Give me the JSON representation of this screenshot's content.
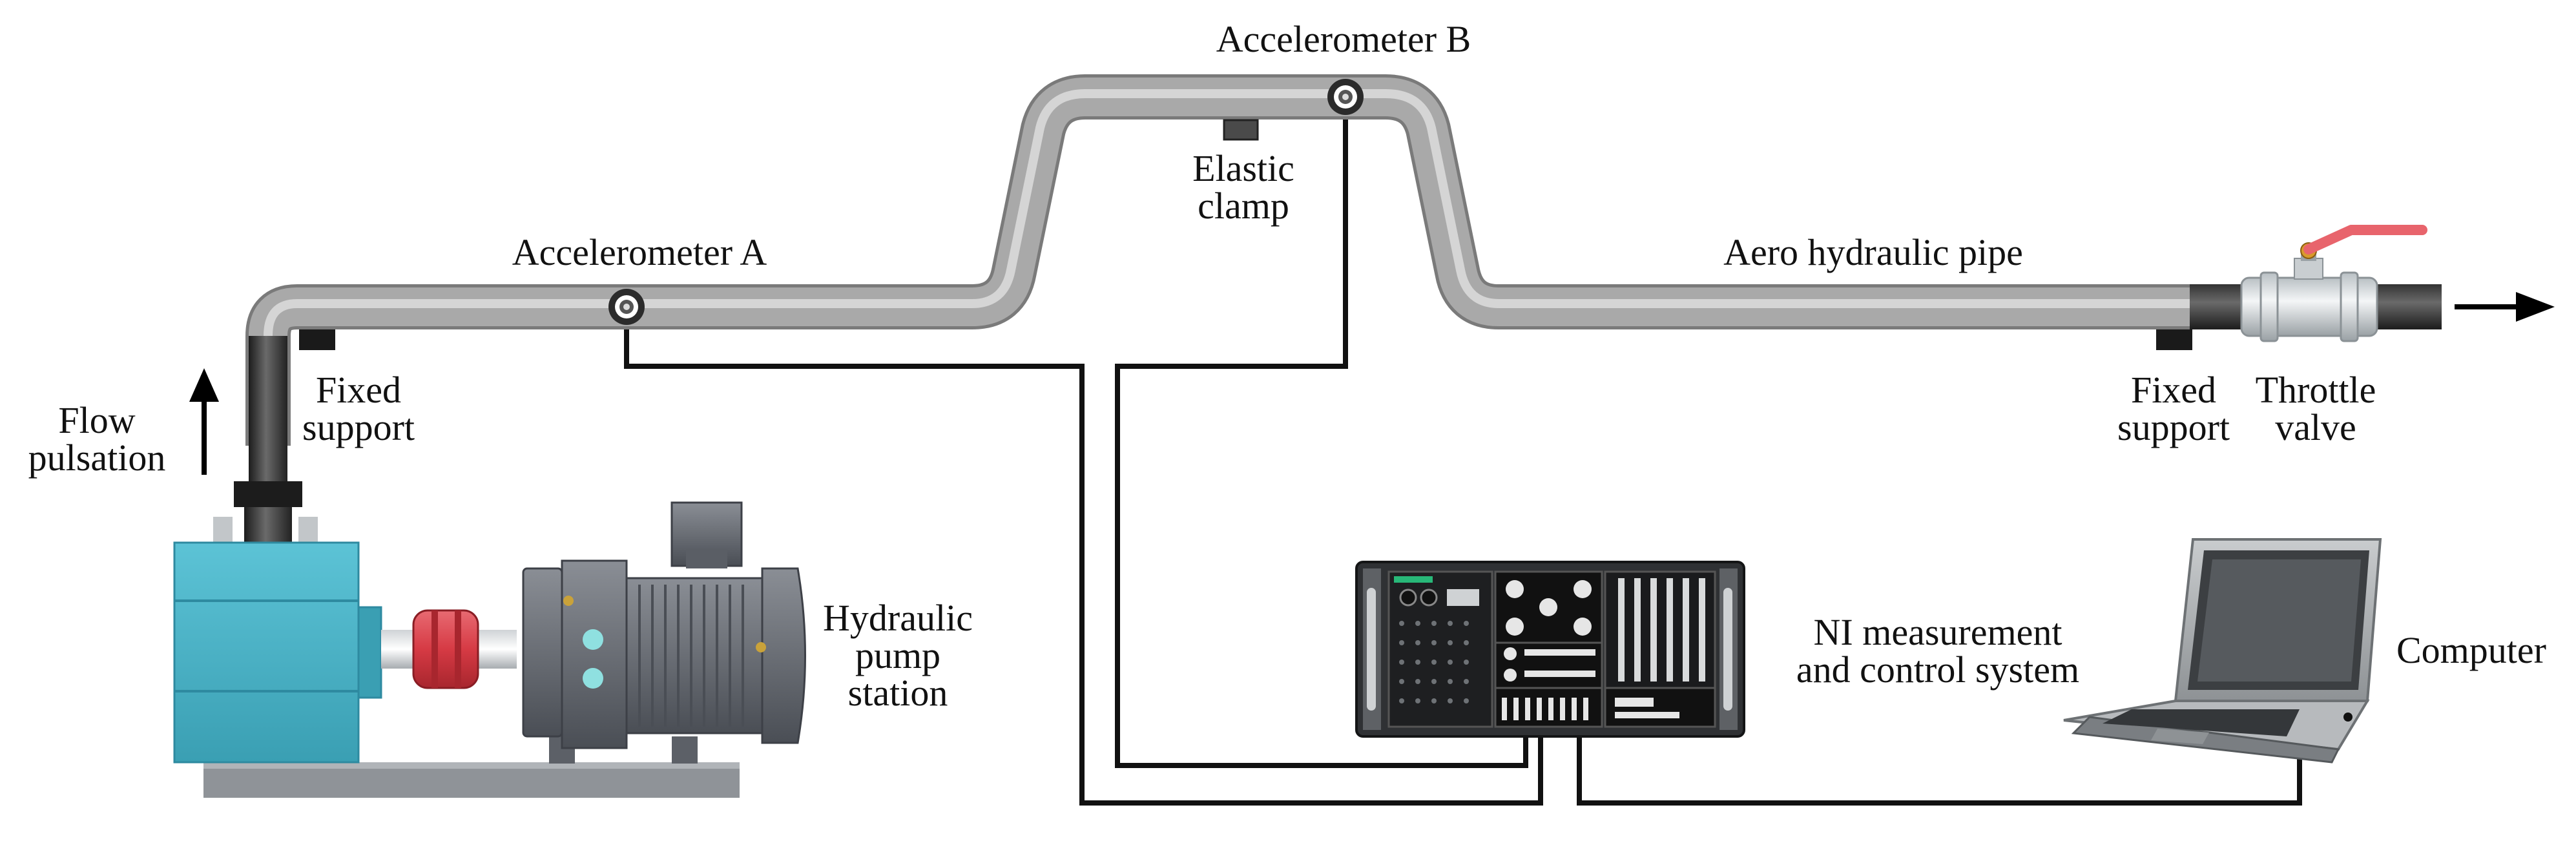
{
  "labels": {
    "accelerometer_a": "Accelerometer A",
    "accelerometer_b": "Accelerometer B",
    "elastic_clamp": [
      "Elastic",
      "clamp"
    ],
    "aero_hydraulic_pipe": "Aero hydraulic pipe",
    "fixed_support_left": [
      "Fixed",
      "support"
    ],
    "fixed_support_right": [
      "Fixed",
      "support"
    ],
    "throttle_valve": [
      "Throttle",
      "valve"
    ],
    "flow_pulsation": [
      "Flow",
      "pulsation"
    ],
    "hydraulic_pump_station": [
      "Hydraulic",
      "pump",
      "station"
    ],
    "ni_system": [
      "NI measurement",
      "and control system"
    ],
    "computer": "Computer"
  },
  "colors": {
    "pipe": "#a9a9a9",
    "pipe_highlight": "#d9d9d9",
    "pump_body": "#4bb0c4",
    "coupling": "#d63a44",
    "motor": "#6c7077",
    "valve_handle": "#e8646c",
    "cable": "#111111"
  }
}
